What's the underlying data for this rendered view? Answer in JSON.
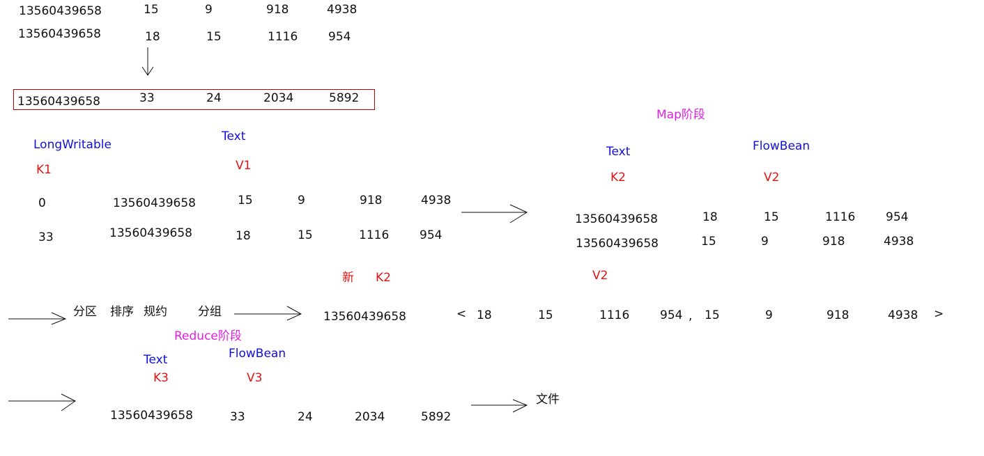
{
  "colors": {
    "type": "#1010d8",
    "key": "#e11414",
    "phase": "#e020e0",
    "text": "#111111",
    "box": "#c00000"
  },
  "top_records": {
    "row1": [
      "13560439658",
      "15",
      "9",
      "918",
      "4938"
    ],
    "row2": [
      "13560439658",
      "18",
      "15",
      "1116",
      "954"
    ],
    "sum": [
      "13560439658",
      "33",
      "24",
      "2034",
      "5892"
    ]
  },
  "map": {
    "phase_label": "Map阶段",
    "in_key_type": "LongWritable",
    "in_key_label": "K1",
    "in_value_type": "Text",
    "in_value_label": "V1",
    "in_row1": [
      "0",
      "13560439658",
      "15",
      "9",
      "918",
      "4938"
    ],
    "in_row2": [
      "33",
      "13560439658",
      "18",
      "15",
      "1116",
      "954"
    ],
    "out_key_type": "Text",
    "out_key_label": "K2",
    "out_value_type": "FlowBean",
    "out_value_label": "V2",
    "out_row1": [
      "13560439658",
      "18",
      "15",
      "1116",
      "954"
    ],
    "out_row2": [
      "13560439658",
      "15",
      "9",
      "918",
      "4938"
    ]
  },
  "shuffle": {
    "steps": [
      "分区",
      "排序",
      "规约",
      "分组"
    ],
    "new_label": "新",
    "key_label": "K2",
    "value_label": "V2",
    "key": "13560439658",
    "lt": "<",
    "values1": [
      "18",
      "15",
      "1116",
      "954"
    ],
    "comma": ",",
    "values2": [
      "15",
      "9",
      "918",
      "4938"
    ],
    "gt": ">"
  },
  "reduce": {
    "phase_label": "Reduce阶段",
    "key_type": "Text",
    "key_label": "K3",
    "value_type": "FlowBean",
    "value_label": "V3",
    "row": [
      "13560439658",
      "33",
      "24",
      "2034",
      "5892"
    ],
    "output": "文件"
  }
}
